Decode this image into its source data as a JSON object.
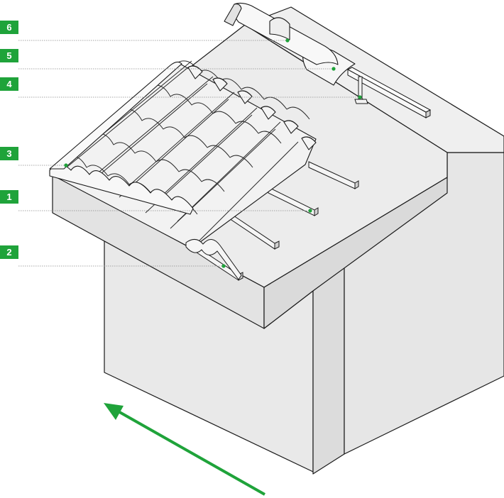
{
  "colors": {
    "accent": "#1fa33a",
    "structure_fill": "#ececec",
    "outline": "#1a1a1a",
    "leader": "#8a8a8a"
  },
  "callouts": [
    {
      "number": "6"
    },
    {
      "number": "5"
    },
    {
      "number": "4"
    },
    {
      "number": "3"
    },
    {
      "number": "1"
    },
    {
      "number": "2"
    }
  ],
  "arrow": {
    "icon": "direction-arrow-icon",
    "color": "#1fa33a"
  }
}
